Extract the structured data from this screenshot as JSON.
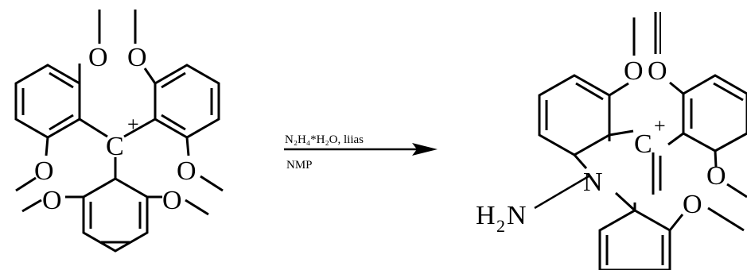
{
  "reaction": {
    "reagents_text": "N₂H₄*H₂O, liias",
    "solvent_text": "NMP"
  },
  "atoms": {
    "oxygen": "O",
    "carbon": "C",
    "nitrogen": "N",
    "charge": "+",
    "amine_h": "H",
    "amine_sub": "2"
  },
  "colors": {
    "ink": "#000000",
    "background": "#ffffff"
  }
}
